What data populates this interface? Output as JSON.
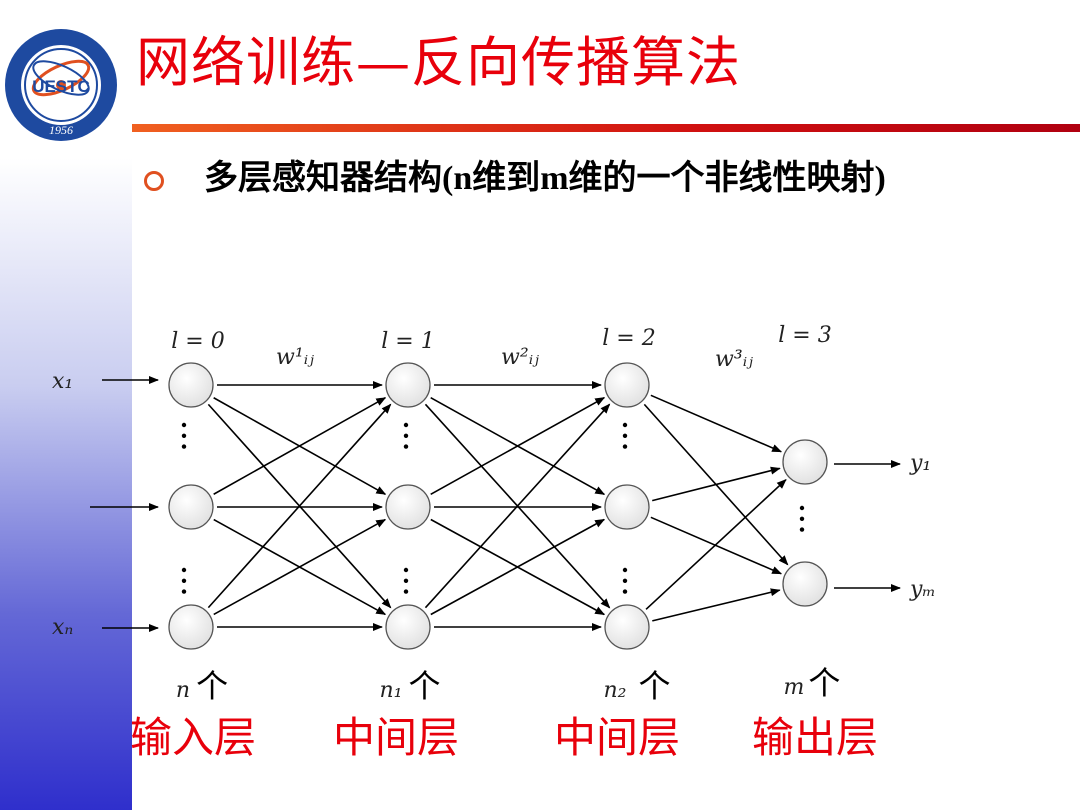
{
  "slide": {
    "title": "网络训练—反向传播算法",
    "bullet": "多层感知器结构(n维到m维的一个非线性映射)",
    "logo": {
      "text": "UESTC",
      "year": "1956",
      "ring_color": "#1e4aa0",
      "accent": "#e05020"
    }
  },
  "diagram": {
    "layers": [
      {
        "level": "l = 0",
        "count": "n",
        "name": "输入层"
      },
      {
        "level": "l = 1",
        "count": "n₁",
        "name": "中间层"
      },
      {
        "level": "l = 2",
        "count": "n₂",
        "name": "中间层"
      },
      {
        "level": "l = 3",
        "count": "m",
        "name": "输出层"
      }
    ],
    "count_suffix": "个",
    "weights": [
      "w¹ᵢⱼ",
      "w²ᵢⱼ",
      "w³ᵢⱼ"
    ],
    "inputs": [
      "x₁",
      "xₙ"
    ],
    "outputs": [
      "y₁",
      "yₘ"
    ],
    "title_color": "#e8000b"
  }
}
